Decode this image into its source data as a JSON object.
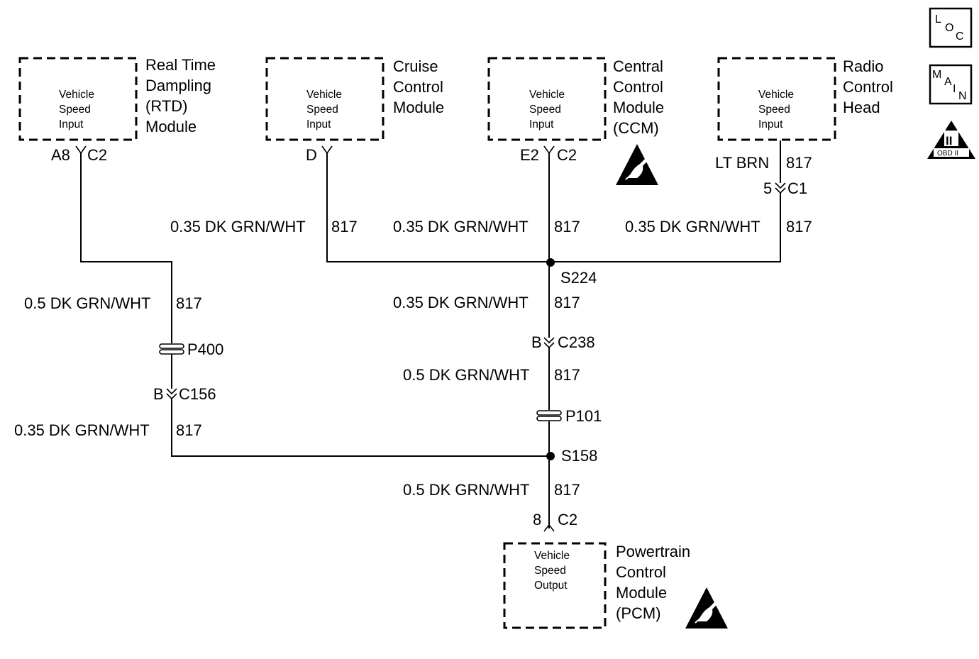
{
  "icons": {
    "loc": [
      "L",
      "O",
      "C"
    ],
    "main": [
      "M",
      "A",
      "I",
      "N"
    ],
    "obd": {
      "top": "II",
      "bottom": "OBD II"
    }
  },
  "modules": {
    "rtd": {
      "input": [
        "Vehicle",
        "Speed",
        "Input"
      ],
      "title": [
        "Real Time",
        "Dampling",
        "(RTD)",
        "Module"
      ],
      "pin": "A8",
      "connector": "C2"
    },
    "cruise": {
      "input": [
        "Vehicle",
        "Speed",
        "Input"
      ],
      "title": [
        "Cruise",
        "Control",
        "Module"
      ],
      "pin": "D"
    },
    "ccm": {
      "input": [
        "Vehicle",
        "Speed",
        "Input"
      ],
      "title": [
        "Central",
        "Control",
        "Module",
        "(CCM)"
      ],
      "pin": "E2",
      "connector": "C2"
    },
    "radio": {
      "input": [
        "Vehicle",
        "Speed",
        "Input"
      ],
      "title": [
        "Radio",
        "Control",
        "Head"
      ]
    },
    "pcm": {
      "output": [
        "Vehicle",
        "Speed",
        "Output"
      ],
      "title": [
        "Powertrain",
        "Control",
        "Module",
        "(PCM)"
      ],
      "pin": "8",
      "connector": "C2"
    }
  },
  "wires": {
    "radio_wire": {
      "color": "LT BRN",
      "circuit": "817"
    },
    "cruise_wire": {
      "color": "0.35 DK GRN/WHT",
      "circuit": "817"
    },
    "ccm_wire": {
      "color": "0.35 DK GRN/WHT",
      "circuit": "817"
    },
    "radio_lower_wire": {
      "color": "0.35 DK GRN/WHT",
      "circuit": "817"
    },
    "rtd_wire": {
      "color": "0.5 DK GRN/WHT",
      "circuit": "817"
    },
    "rtd_lower_wire": {
      "color": "0.35 DK GRN/WHT",
      "circuit": "817"
    },
    "s224_wire": {
      "color": "0.35 DK GRN/WHT",
      "circuit": "817"
    },
    "c238_wire": {
      "color": "0.5 DK GRN/WHT",
      "circuit": "817"
    },
    "pcm_wire": {
      "color": "0.5 DK GRN/WHT",
      "circuit": "817"
    }
  },
  "connectors": {
    "radio_c1": {
      "pin": "5",
      "name": "C1"
    },
    "c156": {
      "pin": "B",
      "name": "C156"
    },
    "c238": {
      "pin": "B",
      "name": "C238"
    }
  },
  "splices": {
    "s224": "S224",
    "s158": "S158"
  },
  "passthroughs": {
    "p400": "P400",
    "p101": "P101"
  }
}
